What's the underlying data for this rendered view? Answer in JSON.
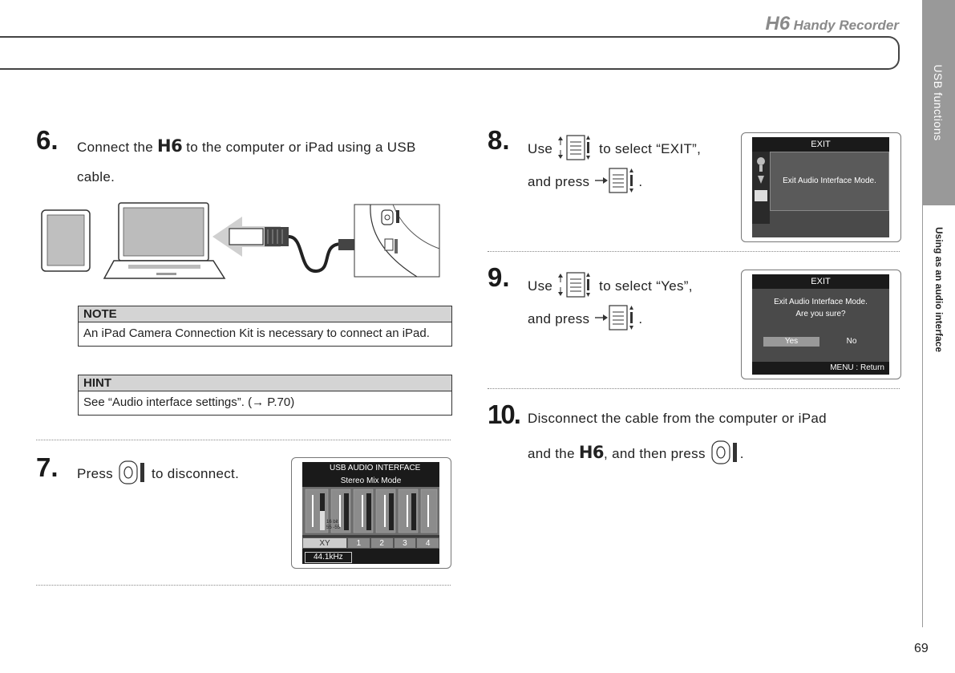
{
  "header": {
    "model": "H6",
    "product": "Handy Recorder"
  },
  "side_tabs": {
    "section": "USB functions",
    "subsection": "Using as an audio interface"
  },
  "page_number": "69",
  "steps": {
    "s6": {
      "num": "6.",
      "text_a": "Connect the ",
      "text_b": " to the computer or iPad using a USB",
      "text_c": "cable."
    },
    "s7": {
      "num": "7.",
      "text_a": "Press ",
      "text_b": " to disconnect."
    },
    "s8": {
      "num": "8.",
      "text_a": "Use ",
      "text_b": " to select “EXIT”,",
      "text_c": "and press ",
      "text_d": "."
    },
    "s9": {
      "num": "9.",
      "text_a": "Use ",
      "text_b": " to select “Yes”,",
      "text_c": "and press ",
      "text_d": "."
    },
    "s10": {
      "num": "10.",
      "text_a": "Disconnect the cable from the computer or iPad",
      "text_b": "and the ",
      "text_c": ", and then press ",
      "text_d": "."
    }
  },
  "logo_text": "H6",
  "note": {
    "title": "NOTE",
    "body": "An iPad Camera Connection Kit is necessary to connect an iPad."
  },
  "hint": {
    "title": "HINT",
    "body": "See “Audio interface settings”. (→ P.70)"
  },
  "screen_mixer": {
    "title": "USB AUDIO INTERFACE",
    "mode": "Stereo Mix Mode",
    "channels": [
      "XY",
      "1",
      "2",
      "3",
      "4"
    ],
    "sample_rate": "44.1kHz",
    "meter_readings": [
      "16 bit",
      "55 -55"
    ]
  },
  "screen_exit": {
    "title": "EXIT",
    "message": "Exit Audio Interface Mode."
  },
  "screen_confirm": {
    "title": "EXIT",
    "message_1": "Exit Audio Interface Mode.",
    "message_2": "Are you sure?",
    "yes": "Yes",
    "no": "No",
    "footer": "MENU : Return"
  },
  "colors": {
    "tab_gray": "#999999",
    "note_head": "#d4d4d4",
    "lcd_bg": "#3c3c3c",
    "lcd_title": "#1a1a1a"
  }
}
